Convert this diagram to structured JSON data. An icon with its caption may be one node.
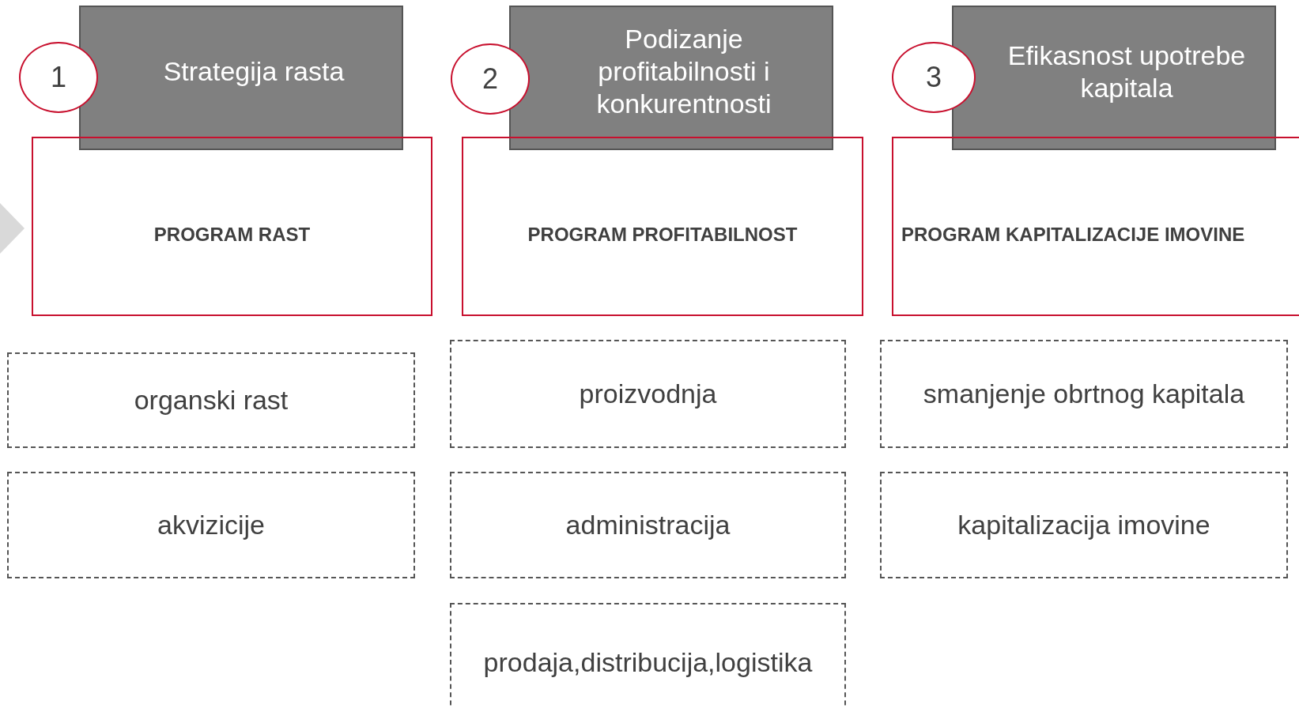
{
  "diagram": {
    "nodes": [
      {
        "text": [
          "1"
        ]
      },
      {
        "text": [
          "Strategija rasta"
        ]
      },
      {
        "text": [
          "PROGRAM RAST"
        ]
      },
      {
        "text": [
          "organski rast"
        ]
      },
      {
        "text": [
          "akvizicije"
        ]
      },
      {
        "text": [
          "2"
        ]
      },
      {
        "text": [
          "Podizanje profitabilnosti i konkurentnosti"
        ]
      },
      {
        "text": [
          "PROGRAM PROFITABILNOST"
        ]
      },
      {
        "text": [
          "proizvodnja"
        ]
      },
      {
        "text": [
          "administracija"
        ]
      },
      {
        "text": [
          "prodaja,distribucija,logistika"
        ]
      },
      {
        "text": [
          "3"
        ]
      },
      {
        "text": [
          "Efikasnost upotrebe kapitala"
        ]
      },
      {
        "text": [
          "PROGRAM KAPITALIZACIJE IMOVINE"
        ]
      },
      {
        "text": [
          "smanjenje obrtnog kapitala"
        ]
      },
      {
        "text": [
          "kapitalizacija imovine"
        ]
      }
    ]
  }
}
